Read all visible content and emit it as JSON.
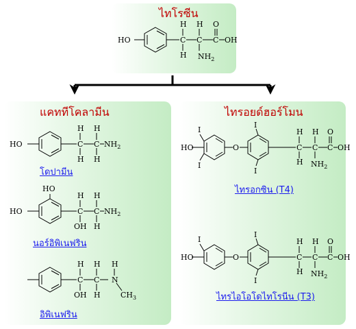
{
  "top": {
    "title": "ไทโรซีน"
  },
  "left": {
    "title": "แคททีโคลามีน",
    "molecules": [
      {
        "name": "โดปามีน"
      },
      {
        "name": "นอร์อิพิเนฟริน"
      },
      {
        "name": "อิพิเนฟริน"
      }
    ]
  },
  "right": {
    "title": "ไทรอยด์ฮอร์โมน",
    "molecules": [
      {
        "name": "ไทรอกซิน (T4)"
      },
      {
        "name": "ไทรไอโอโดไทโรนีน (T3)"
      }
    ]
  },
  "labels": {
    "ho": "HO",
    "oh": "OH",
    "h": "H",
    "c": "C",
    "o": "O",
    "i": "I",
    "n": "N",
    "nh2": "NH2",
    "ch3": "CH3"
  },
  "colors": {
    "title": "#c00000",
    "caption": "#1a1aee",
    "panel_fill": "#c4ecc4",
    "arrow": "#000000"
  }
}
